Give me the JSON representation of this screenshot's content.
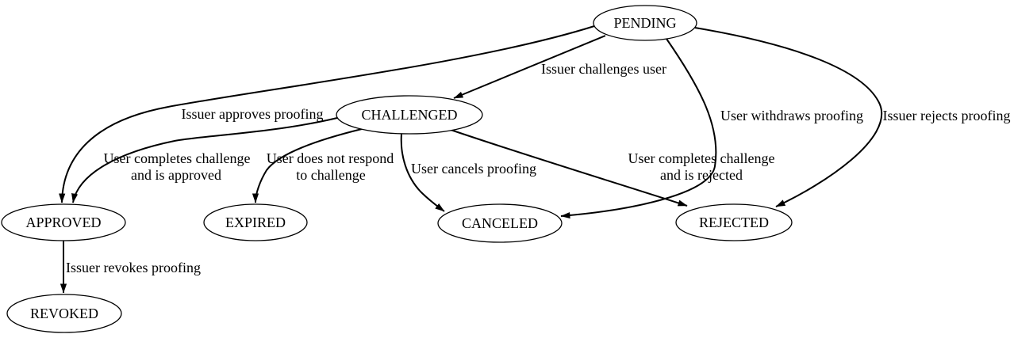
{
  "diagram": {
    "type": "state-machine-graph",
    "colors": {
      "background": "#ffffff",
      "node_fill": "#ffffff",
      "node_stroke": "#000000",
      "edge_stroke": "#000000",
      "text": "#000000"
    },
    "nodes": [
      {
        "id": "pending",
        "label": "PENDING"
      },
      {
        "id": "challenged",
        "label": "CHALLENGED"
      },
      {
        "id": "approved",
        "label": "APPROVED"
      },
      {
        "id": "expired",
        "label": "EXPIRED"
      },
      {
        "id": "canceled",
        "label": "CANCELED"
      },
      {
        "id": "rejected",
        "label": "REJECTED"
      },
      {
        "id": "revoked",
        "label": "REVOKED"
      }
    ],
    "edges": [
      {
        "from": "PENDING",
        "to": "CHALLENGED",
        "label_lines": [
          "Issuer challenges user"
        ]
      },
      {
        "from": "PENDING",
        "to": "APPROVED",
        "label_lines": [
          "Issuer approves proofing"
        ]
      },
      {
        "from": "CHALLENGED",
        "to": "APPROVED",
        "label_lines": [
          "User completes challenge",
          "and is approved"
        ]
      },
      {
        "from": "CHALLENGED",
        "to": "EXPIRED",
        "label_lines": [
          "User does not respond",
          "to challenge"
        ]
      },
      {
        "from": "CHALLENGED",
        "to": "CANCELED",
        "label_lines": [
          "User cancels proofing"
        ]
      },
      {
        "from": "CHALLENGED",
        "to": "REJECTED",
        "label_lines": [
          "User completes challenge",
          "and is rejected"
        ]
      },
      {
        "from": "PENDING",
        "to": "CANCELED",
        "label_lines": [
          "User withdraws proofing"
        ]
      },
      {
        "from": "PENDING",
        "to": "REJECTED",
        "label_lines": [
          "Issuer rejects proofing"
        ]
      },
      {
        "from": "APPROVED",
        "to": "REVOKED",
        "label_lines": [
          "Issuer revokes proofing"
        ]
      }
    ]
  }
}
